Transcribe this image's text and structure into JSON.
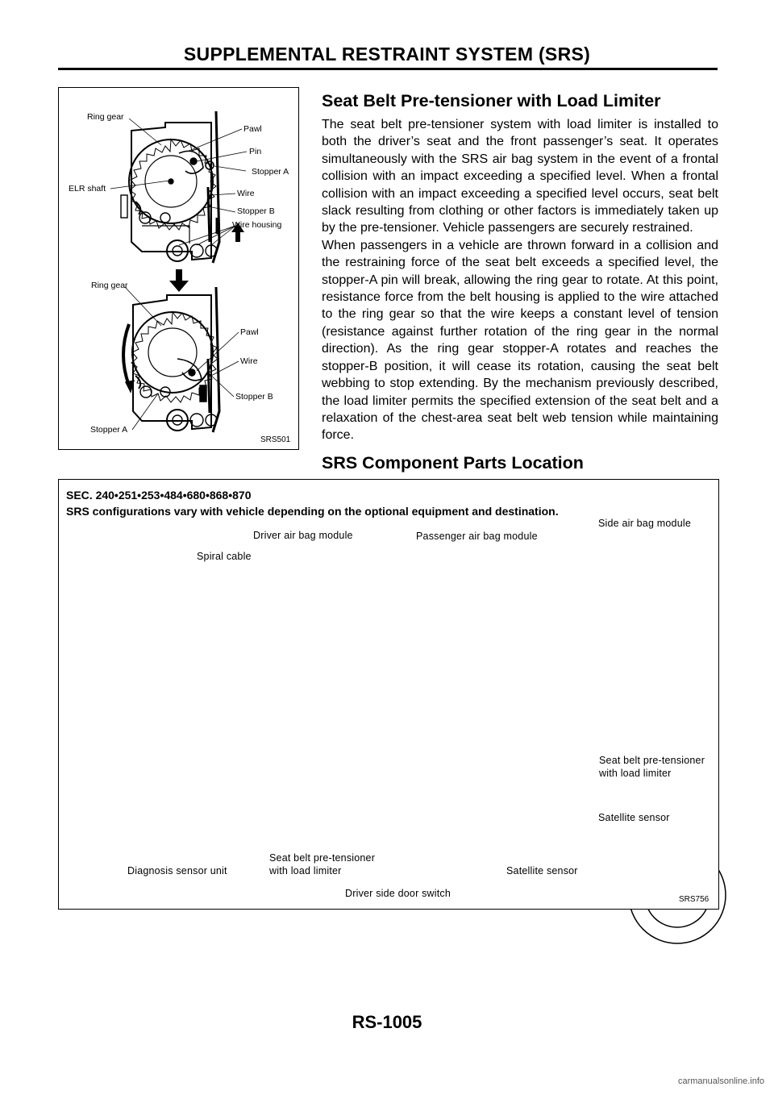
{
  "header": {
    "title": "SUPPLEMENTAL RESTRAINT SYSTEM (SRS)"
  },
  "section1": {
    "title": "Seat Belt Pre-tensioner with Load Limiter",
    "paragraphs": [
      "The seat belt pre-tensioner system with load limiter is installed to both the driver’s seat and the front passenger’s seat. It operates simultaneously with the SRS air bag system in the event of a frontal collision with an impact exceeding a specified level. When a frontal collision with an impact exceeding a specified level occurs, seat belt slack resulting from clothing or other factors is immediately taken up by the pre-tensioner. Vehicle passengers are securely restrained.",
      "When passengers in a vehicle are thrown forward in a collision and the restraining force of the seat belt exceeds a specified level, the stopper-A pin will break, allowing the ring gear to rotate. At this point, resistance force from the belt housing is applied to the wire attached to the ring gear so that the wire keeps a constant level of tension (resistance against further rotation of the ring gear in the normal direction). As the ring gear stopper-A rotates and reaches the stopper-B position, it will cease its rotation, causing the seat belt webbing to stop extending. By the mechanism previously described, the load limiter permits the specified extension of the seat belt and a relaxation of the chest-area seat belt web tension while maintaining force."
    ]
  },
  "figure1": {
    "id": "SRS501",
    "labels": {
      "ring_gear_top": "Ring gear",
      "pawl_top": "Pawl",
      "pin": "Pin",
      "stopper_a_top": "Stopper A",
      "elr_shaft": "ELR shaft",
      "wire_top": "Wire",
      "stopper_b_top": "Stopper  B",
      "wire_housing": "Wire housing",
      "ring_gear_bottom": "Ring gear",
      "pawl_bottom": "Pawl",
      "wire_bottom": "Wire",
      "stopper_b_bottom": "Stopper B",
      "stopper_a_bottom": "Stopper A"
    }
  },
  "section2": {
    "title": "SRS Component Parts Location",
    "sec_line": "SEC. 240•251•253•484•680•868•870",
    "note": "SRS configurations vary with vehicle depending on the optional equipment and destination."
  },
  "figure2": {
    "id": "SRS756",
    "labels": {
      "driver_air_bag": "Driver air bag module",
      "passenger_air_bag": "Passenger air bag module",
      "side_air_bag": "Side air bag module",
      "spiral_cable": "Spiral cable",
      "pretensioner_right_1": "Seat belt pre-tensioner",
      "pretensioner_right_2": "with load limiter",
      "satellite_right": "Satellite sensor",
      "diagnosis_unit": "Diagnosis sensor unit",
      "pretensioner_bottom_1": "Seat belt pre-tensioner",
      "pretensioner_bottom_2": "with load limiter",
      "satellite_bottom": "Satellite sensor",
      "door_switch": "Driver side door switch"
    }
  },
  "page": {
    "number": "RS-1005"
  },
  "footer": {
    "watermark": "carmanualsonline.info"
  }
}
